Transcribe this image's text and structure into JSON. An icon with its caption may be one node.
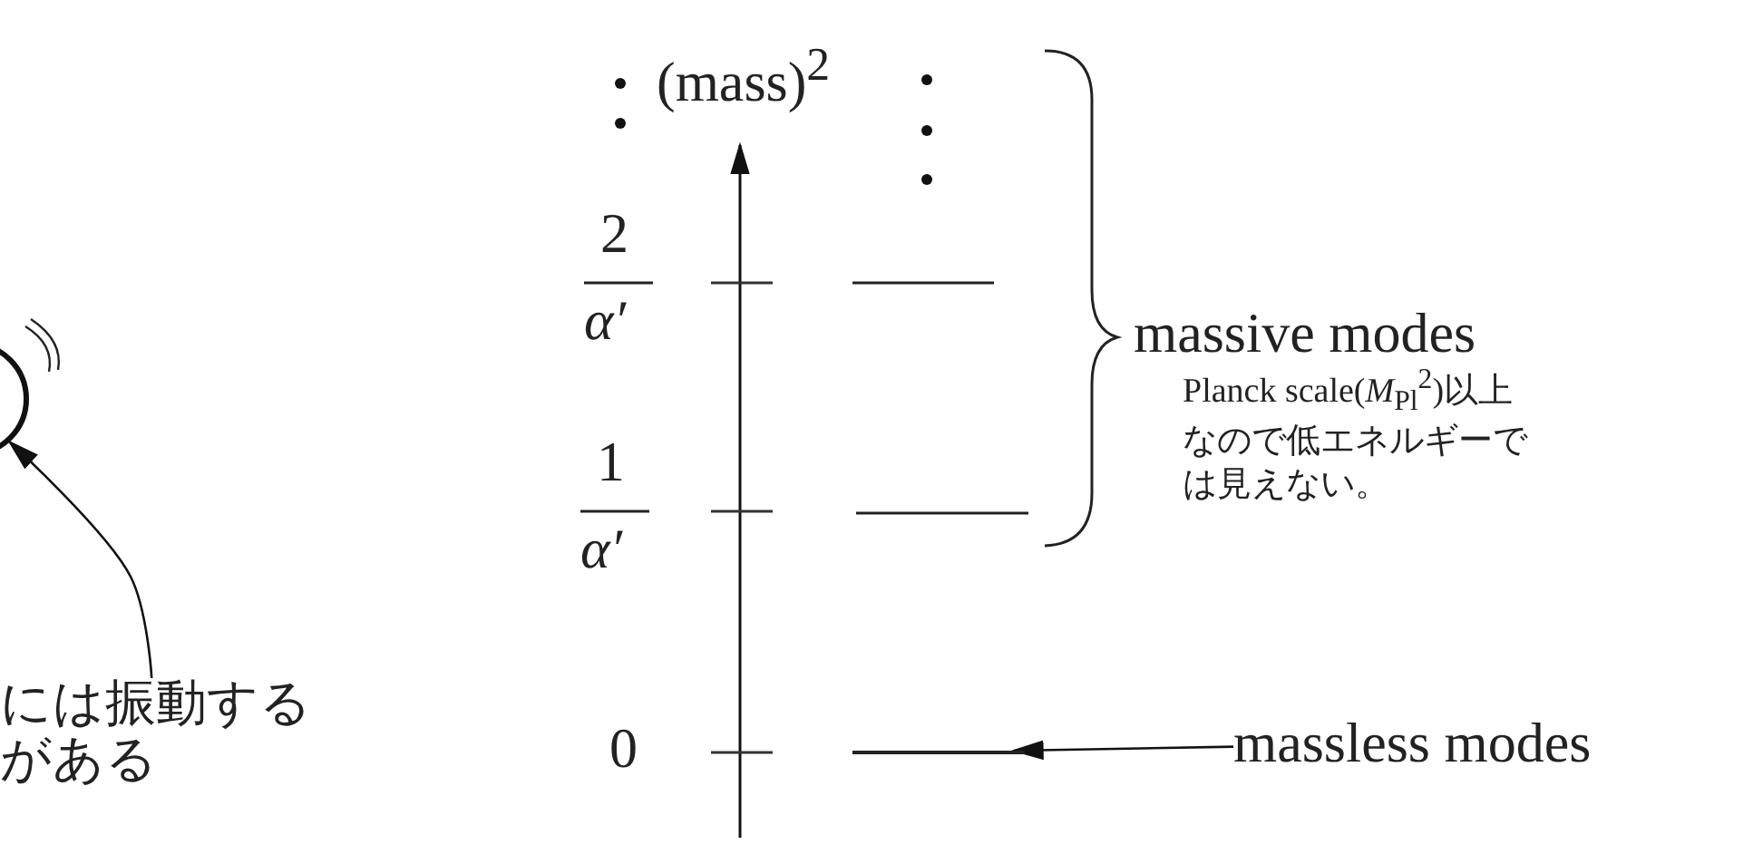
{
  "diagram": {
    "nodes": [
      {
        "text": [
          "には振動するがある"
        ]
      },
      {
        "text": [],
        "shape": "circle"
      },
      {
        "text": [
          "massless modes"
        ]
      },
      {
        "text": [],
        "shape": "bar"
      }
    ],
    "edges": [
      {
        "from": 0,
        "to": 1,
        "arrow": "to"
      },
      {
        "from": 2,
        "to": 3,
        "arrow": "to"
      }
    ],
    "labels": [
      "(mass)$^{2}$",
      "2",
      "α′",
      "1",
      "α′",
      "0",
      "massive modes",
      "Planck scale(*M*$_{Pl}$$^{2}$)以上なので低エネルギーでは見えない。"
    ]
  }
}
